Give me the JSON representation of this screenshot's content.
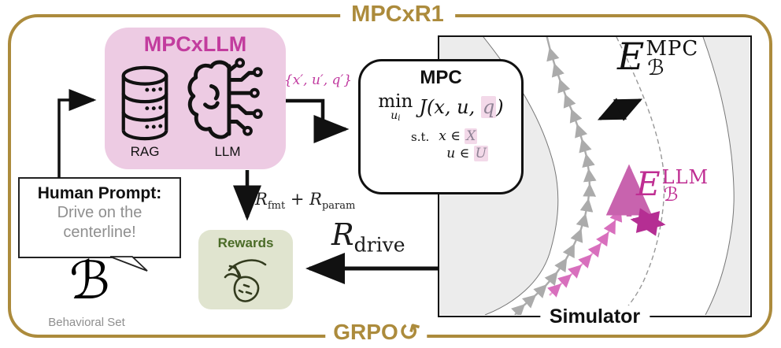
{
  "frame": {
    "top_label": "MPCxR1",
    "bottom_label": "GRPO",
    "refresh_icon": "↺"
  },
  "mpcxllm": {
    "title": "MPCxLLM",
    "rag": "RAG",
    "llm": "LLM"
  },
  "edge": {
    "params_out": "{x′, u′, q′}",
    "r_fmt_R": "R",
    "r_fmt_sub": "fmt",
    "plus": " + ",
    "r_param_R": "R",
    "r_param_sub": "param",
    "r_drive_R": "R",
    "r_drive_sub": "drive"
  },
  "mpc": {
    "title": "MPC",
    "min": "min",
    "min_sub_u": "u",
    "min_sub_i": "i",
    "obj_pre": "J(x, u, ",
    "obj_q": "q",
    "obj_post": ")",
    "st": "s.t.",
    "c1_var": "x",
    "c1_in": " ∈ ",
    "c1_set": "X",
    "c2_var": "u",
    "c2_in": " ∈ ",
    "c2_set": "U"
  },
  "human": {
    "title": "Human Prompt:",
    "line1": "Drive on the",
    "line2": "centerline!"
  },
  "behavioral": {
    "symbol": "ℬ",
    "caption": "Behavioral Set"
  },
  "rewards": {
    "title": "Rewards"
  },
  "simulator": {
    "title": "Simulator",
    "e_mpc": {
      "E": "E",
      "sup": "MPC",
      "sub": "ℬ"
    },
    "e_llm": {
      "E": "E",
      "sup": "LLM",
      "sub": "ℬ"
    }
  },
  "colors": {
    "gold": "#ac8b3c",
    "magenta_title": "#c23c9e",
    "pink_box": "#edcbe3",
    "highlight_pink": "#f3d9e9",
    "rewards_bg": "#e0e4cf",
    "rewards_text": "#4a6b27",
    "track_gray": "#ececec",
    "traj_gray": "#ababab",
    "traj_pink": "#e9a6d4",
    "e_llm_magenta": "#bf2d92"
  }
}
